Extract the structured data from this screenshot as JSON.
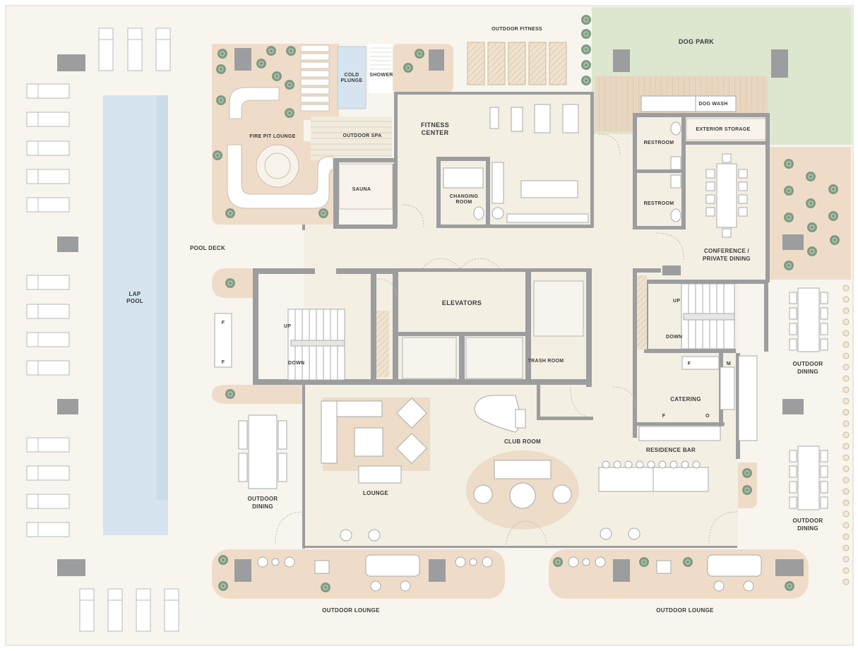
{
  "rooms": {
    "lap_pool_line1": "LAP",
    "lap_pool_line2": "POOL",
    "pool_deck": "POOL DECK",
    "fire_pit_lounge": "FIRE PIT LOUNGE",
    "cold_plunge_line1": "COLD",
    "cold_plunge_line2": "PLUNGE",
    "shower": "SHOWER",
    "outdoor_spa": "OUTDOOR SPA",
    "sauna": "SAUNA",
    "outdoor_fitness": "OUTDOOR FITNESS",
    "fitness_center_line1": "FITNESS",
    "fitness_center_line2": "CENTER",
    "changing_room_line1": "CHANGING",
    "changing_room_line2": "ROOM",
    "dog_park": "DOG PARK",
    "dog_wash": "DOG WASH",
    "exterior_storage": "EXTERIOR STORAGE",
    "restroom_top": "RESTROOM",
    "restroom_bottom": "RESTROOM",
    "conference_line1": "CONFERENCE /",
    "conference_line2": "PRIVATE DINING",
    "elevators": "ELEVATORS",
    "trash_room": "TRASH ROOM",
    "catering": "CATERING",
    "residence_bar": "RESIDENCE BAR",
    "club_room": "CLUB ROOM",
    "lounge": "LOUNGE",
    "outdoor_dining_left_line1": "OUTDOOR",
    "outdoor_dining_left_line2": "DINING",
    "outdoor_dining_right_top_line1": "OUTDOOR",
    "outdoor_dining_right_top_line2": "DINING",
    "outdoor_dining_right_bottom_line1": "OUTDOOR",
    "outdoor_dining_right_bottom_line2": "DINING",
    "outdoor_lounge_left": "OUTDOOR LOUNGE",
    "outdoor_lounge_right": "OUTDOOR LOUNGE"
  },
  "stairs": {
    "left_up": "UP",
    "left_down": "DOWN",
    "right_up": "UP",
    "right_down": "DOWN"
  },
  "fixtures": {
    "fridge_top": "F",
    "fridge_bottom": "F",
    "catering_f": "F",
    "catering_m": "M",
    "catering_f2": "F",
    "catering_o": "O"
  },
  "colors": {
    "background": "#f8f5ee",
    "wall": "#9c9d9f",
    "pool": "#d5e4ee",
    "lawn": "#dde6cf",
    "patio": "#efdcc8",
    "rug": "#ecdcc8",
    "plant": "#7f9a83",
    "label": "#3a3a3a"
  }
}
